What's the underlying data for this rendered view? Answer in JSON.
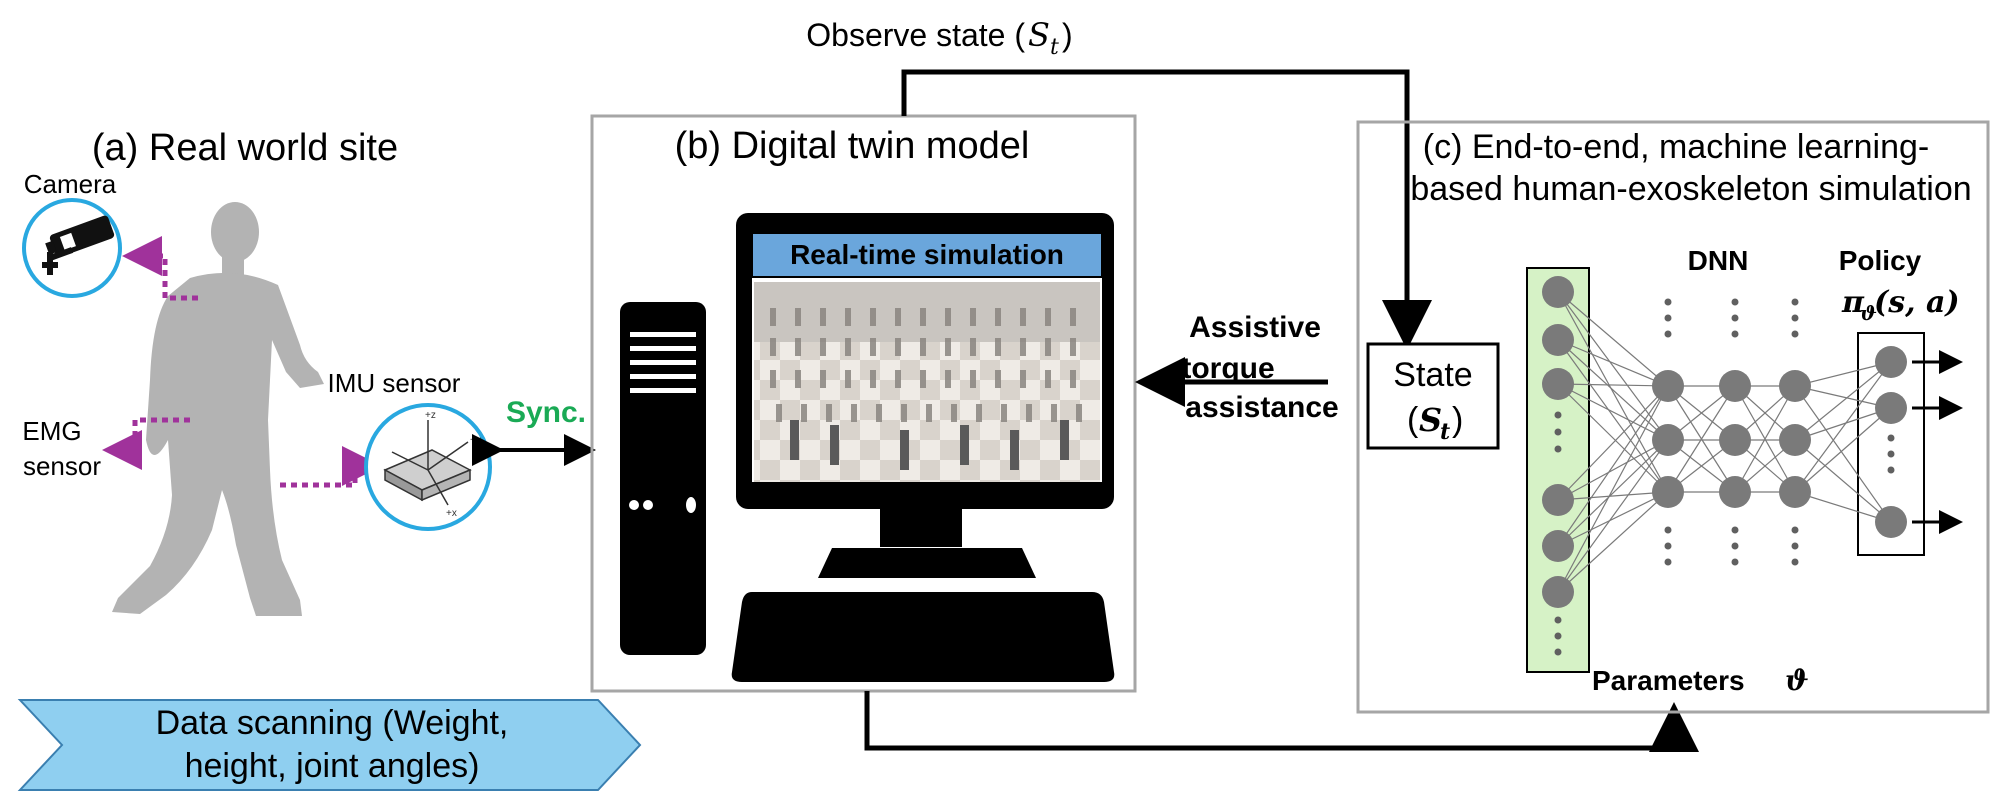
{
  "top_label": {
    "text": "Observe state (",
    "symbol": "S",
    "sub": "t",
    "close": ")"
  },
  "panel_a": {
    "title": "(a) Real world site",
    "camera_label": "Camera",
    "emg_label_line1": "EMG",
    "emg_label_line2": "sensor",
    "imu_label": "IMU sensor",
    "sync_label": "Sync.",
    "scan_line1": "Data scanning (Weight,",
    "scan_line2": "height, joint angles)"
  },
  "panel_b": {
    "title": "(b) Digital twin model",
    "sim_label": "Real-time simulation"
  },
  "assist_label": {
    "line1": "Assistive",
    "line2": "torque",
    "line3": "assistance"
  },
  "panel_c": {
    "title_line1": "(c) End-to-end, machine learning-",
    "title_line2": "based human-exoskeleton simulation",
    "state_word": "State",
    "state_symbol": "S",
    "state_sub": "t",
    "dnn_label": "DNN",
    "policy_label": "Policy",
    "policy_formula": "π",
    "policy_sub": "ϑ",
    "policy_args": "(s, a)",
    "parameters_label": "Parameters",
    "parameters_symbol": "ϑ"
  },
  "colors": {
    "sync": "#1aaa55",
    "dotted_arrow": "#a0329b",
    "sensor_circle": "#29a8e0",
    "scan_banner": "#8fcff0",
    "sim_bar": "#6aa6dc",
    "input_layer": "#d6f2c6",
    "node": "#7a7a7a",
    "panel_border": "#a6a6a6"
  },
  "icons": [
    "camera-icon",
    "imu-sensor-icon",
    "human-silhouette-icon",
    "computer-tower-icon",
    "monitor-icon",
    "keyboard-icon"
  ]
}
